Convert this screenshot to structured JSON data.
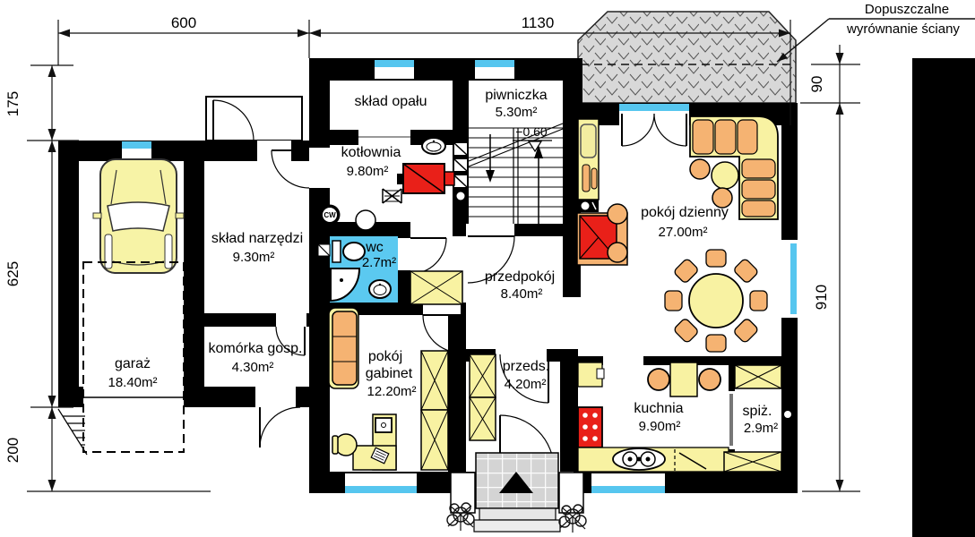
{
  "title_note": {
    "line1": "Dopuszczalne",
    "line2": "wyrównanie ściany"
  },
  "level_marker": "−0.60",
  "dimensions": {
    "d600": "600",
    "d1130": "1130",
    "d175": "175",
    "d625": "625",
    "d200": "200",
    "d90": "90",
    "d910": "910"
  },
  "rooms": [
    {
      "id": "sklad-opalu",
      "name": "skład opału"
    },
    {
      "id": "piwniczka",
      "name": "piwniczka",
      "area": "5.30m²"
    },
    {
      "id": "kotlownia",
      "name": "kotłownia",
      "area": "9.80m²"
    },
    {
      "id": "sklad-narzedzi",
      "name": "skład narzędzi",
      "area": "9.30m²"
    },
    {
      "id": "wc",
      "name": "wc",
      "area": "2.7m²"
    },
    {
      "id": "przedpokoj",
      "name": "przedpokój",
      "area": "8.40m²"
    },
    {
      "id": "pokoj-dzienny",
      "name": "pokój dzienny",
      "area": "27.00m²"
    },
    {
      "id": "garaz",
      "name": "garaż",
      "area": "18.40m²"
    },
    {
      "id": "komorka-gosp",
      "name": "komórka gosp.",
      "area": "4.30m²"
    },
    {
      "id": "pokoj-gabinet",
      "name": "pokój gabinet",
      "name_line1": "pokój",
      "name_line2": "gabinet",
      "area": "12.20m²"
    },
    {
      "id": "przedsionek",
      "name": "przeds.",
      "area": "4.20m²"
    },
    {
      "id": "kuchnia",
      "name": "kuchnia",
      "area": "9.90m²"
    },
    {
      "id": "spizarnia",
      "name": "spiż.",
      "area": "2.9m²"
    }
  ],
  "icons": {
    "boiler_label": "CW"
  },
  "colors": {
    "wall": "#000000",
    "window_blue": "#56c6ef",
    "wc_blue": "#5bc9f0",
    "furniture_yellow": "#f8f2a2",
    "furniture_orange": "#f5b372",
    "accent_red": "#e92019",
    "terrace_gray": "#d8d8d8",
    "porch_tile_gray": "#d4d4d4"
  }
}
